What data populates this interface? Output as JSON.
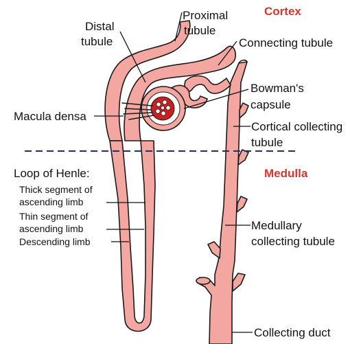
{
  "regions": {
    "cortex": "Cortex",
    "medulla": "Medulla"
  },
  "labels": {
    "distal_tubule": [
      "Distal",
      "tubule"
    ],
    "proximal_tubule": [
      "Proximal",
      "tubule"
    ],
    "connecting_tubule": "Connecting tubule",
    "bowmans_capsule": [
      "Bowman's",
      "capsule"
    ],
    "macula_densa": "Macula densa",
    "cortical_collecting_tubule": [
      "Cortical collecting",
      "tubule"
    ],
    "loop_of_henle": "Loop of Henle:",
    "thick_ascending": [
      "Thick segment of",
      "ascending limb"
    ],
    "thin_ascending": [
      "Thin segment of",
      "ascending limb"
    ],
    "descending_limb": "Descending limb",
    "medullary_collecting_tubule": [
      "Medullary",
      "collecting tubule"
    ],
    "collecting_duct": "Collecting duct"
  },
  "colors": {
    "region_label": "#d9342b",
    "tubule_fill": "#f4a6a0",
    "glomerulus": "#cc1f1f",
    "boundary_line": "#1f2f6b",
    "outline": "#1a1a1a"
  }
}
